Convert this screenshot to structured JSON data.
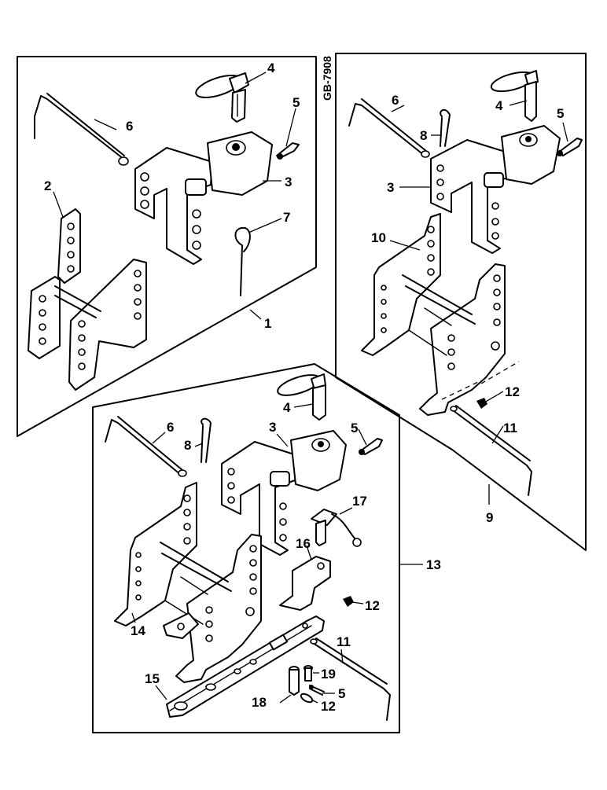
{
  "drawing_code": "GB-7908",
  "panels": {
    "kit_1": "1",
    "kit_9": "9",
    "kit_13": "13"
  },
  "callouts_kit_1": {
    "p2": "2",
    "p3": "3",
    "p4": "4",
    "p5": "5",
    "p6": "6",
    "p7": "7"
  },
  "callouts_kit_9": {
    "p3": "3",
    "p4": "4",
    "p5": "5",
    "p6": "6",
    "p8": "8",
    "p10": "10",
    "p11": "11",
    "p12": "12"
  },
  "callouts_kit_13": {
    "p3": "3",
    "p4": "4",
    "p5a": "5",
    "p5b": "5",
    "p6": "6",
    "p8": "8",
    "p11": "11",
    "p12a": "12",
    "p12b": "12",
    "p14": "14",
    "p15": "15",
    "p16": "16",
    "p17": "17",
    "p18": "18",
    "p19": "19"
  }
}
